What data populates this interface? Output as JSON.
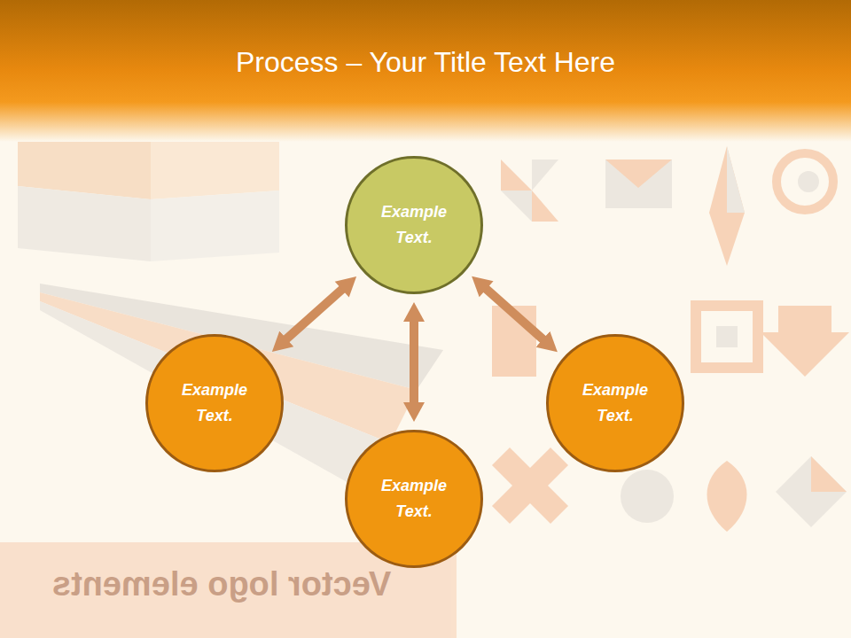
{
  "diagram": {
    "title": "Process – Your Title Text Here",
    "nodes": [
      {
        "text": [
          "Example Text."
        ]
      },
      {
        "text": [
          "Example Text."
        ]
      },
      {
        "text": [
          "Example Text."
        ]
      },
      {
        "text": [
          "Example Text."
        ]
      }
    ],
    "edges": [
      {
        "from": 0,
        "to": 1,
        "arrow": "both"
      },
      {
        "from": 0,
        "to": 2,
        "arrow": "both"
      },
      {
        "from": 0,
        "to": 3,
        "arrow": "both"
      }
    ],
    "labels": [
      "Vector logo elements"
    ]
  }
}
